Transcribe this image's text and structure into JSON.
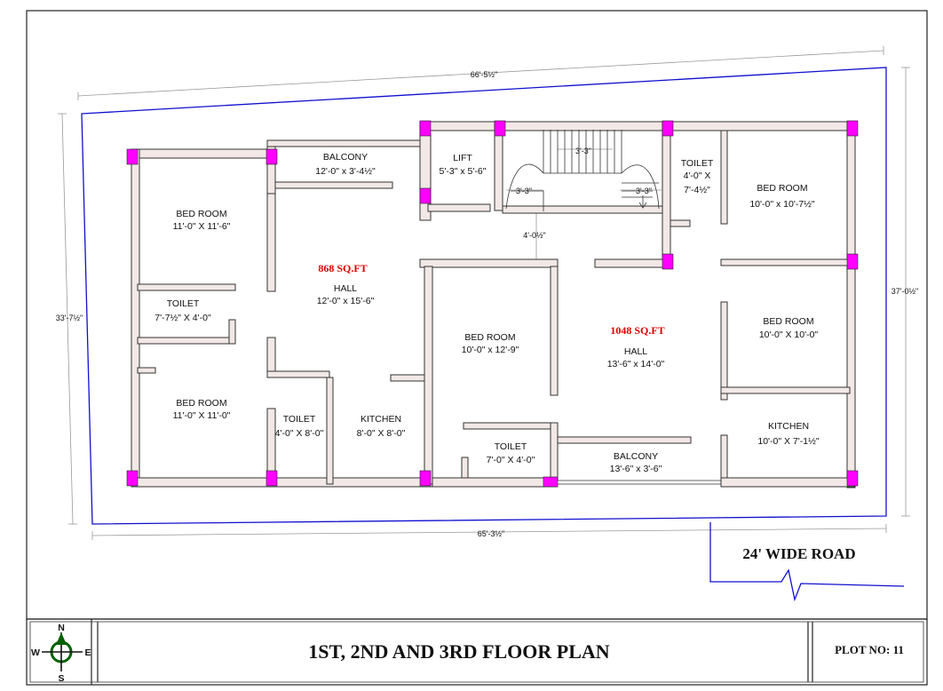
{
  "plan": {
    "title": "1ST, 2ND AND 3RD  FLOOR PLAN",
    "plot_no": "PLOT NO: 11",
    "road": "24' WIDE ROAD",
    "compass": {
      "n": "N",
      "s": "S",
      "e": "E",
      "w": "W"
    },
    "dimensions": {
      "top": "66'-5½\"",
      "bottom": "65'-3½\"",
      "left": "33'-7½\"",
      "right": "37'-0½\"",
      "stair_a": "3'-3\"",
      "stair_b": "3'-3\"",
      "stair_c": "3'-3\"",
      "lobby": "4'-0½\""
    },
    "areas": {
      "left_unit": "868 SQ.FT",
      "right_unit": "1048 SQ.FT"
    },
    "rooms": {
      "bed1_name": "BED ROOM",
      "bed1_dim": "11'-0\" X 11'-6\"",
      "toilet1_name": "TOILET",
      "toilet1_dim": "7'-7½\" X 4'-0\"",
      "bed2_name": "BED ROOM",
      "bed2_dim": "11'-0\" X 11'-0\"",
      "balcony1_name": "BALCONY",
      "balcony1_dim": "12'-0\" x 3'-4½\"",
      "hall1_name": "HALL",
      "hall1_dim": "12'-0\" x 15'-6\"",
      "toilet2_name": "TOILET",
      "toilet2_dim": "4'-0\" X 8'-0\"",
      "kitchen1_name": "KITCHEN",
      "kitchen1_dim": "8'-0\" X 8'-0\"",
      "lift_name": "LIFT",
      "lift_dim": "5'-3\" x 5'-6\"",
      "bed3_name": "BED ROOM",
      "bed3_dim": "10'-0\" x 12'-9\"",
      "toilet3_name": "TOILET",
      "toilet3_dim": "7'-0\" X 4'-0\"",
      "hall2_name": "HALL",
      "hall2_dim": "13'-6\" x 14'-0\"",
      "balcony2_name": "BALCONY",
      "balcony2_dim": "13'-6\" x 3'-6\"",
      "toilet4_name": "TOILET",
      "toilet4_dim_a": "4'-0\" X",
      "toilet4_dim_b": "7'-4½\"",
      "bed4_name": "BED ROOM",
      "bed4_dim": "10'-0\" x 10'-7½\"",
      "bed5_name": "BED ROOM",
      "bed5_dim": "10'-0\" X 10'-0\"",
      "kitchen2_name": "KITCHEN",
      "kitchen2_dim": "10'-0\" X 7'-1½\""
    }
  }
}
